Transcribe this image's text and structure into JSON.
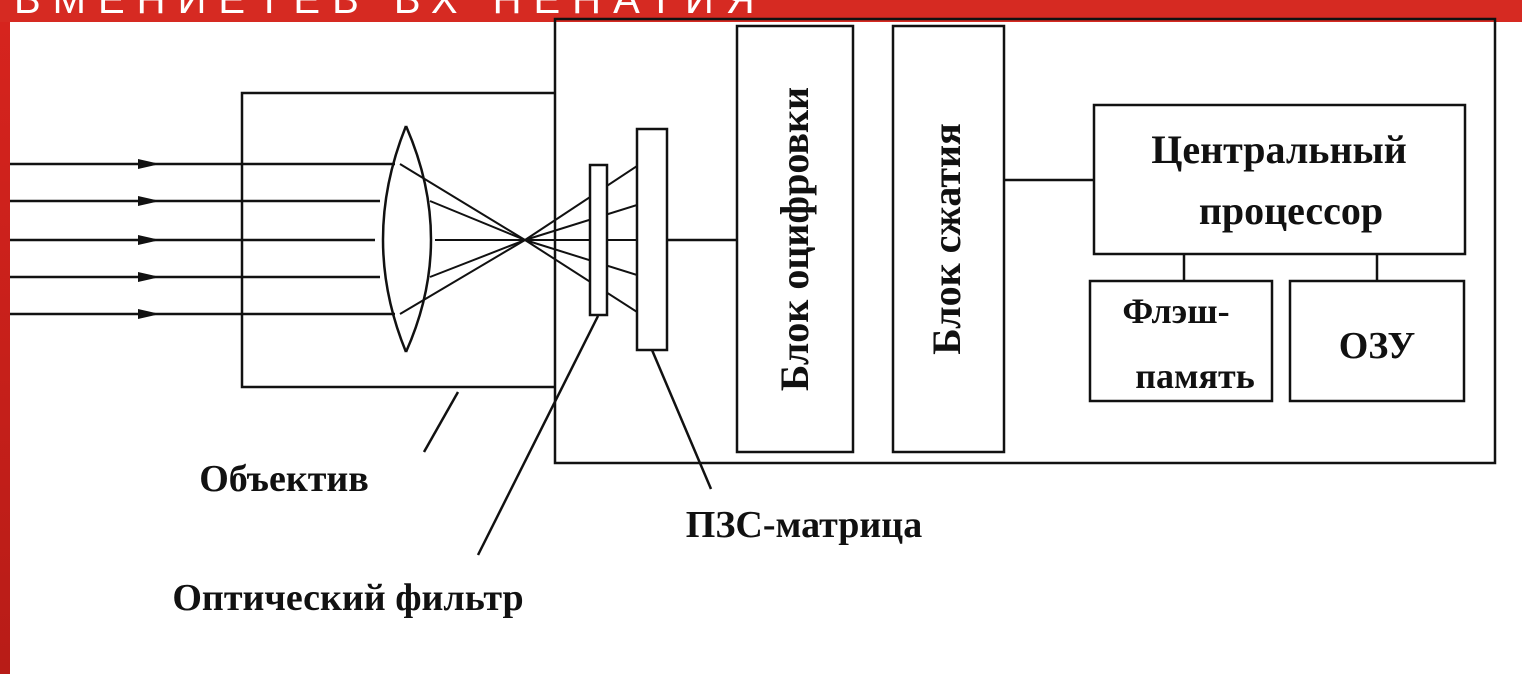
{
  "header": {
    "title_fragment": "ВМЕНИЕТЕВ ВХ НЕНАТИЯ"
  },
  "labels": {
    "lens": "Объектив",
    "optical_filter": "Оптический фильтр",
    "ccd_matrix": "ПЗС-матрица",
    "digitizer_block": "Блок оцифровки",
    "compression_block": "Блок сжатия",
    "cpu_line1": "Центральный",
    "cpu_line2": "процессор",
    "flash_line1": "Флэш-",
    "flash_line2": "память",
    "ram": "ОЗУ"
  },
  "colors": {
    "accent": "#d62a22",
    "ink": "#111111",
    "background": "#ffffff"
  }
}
